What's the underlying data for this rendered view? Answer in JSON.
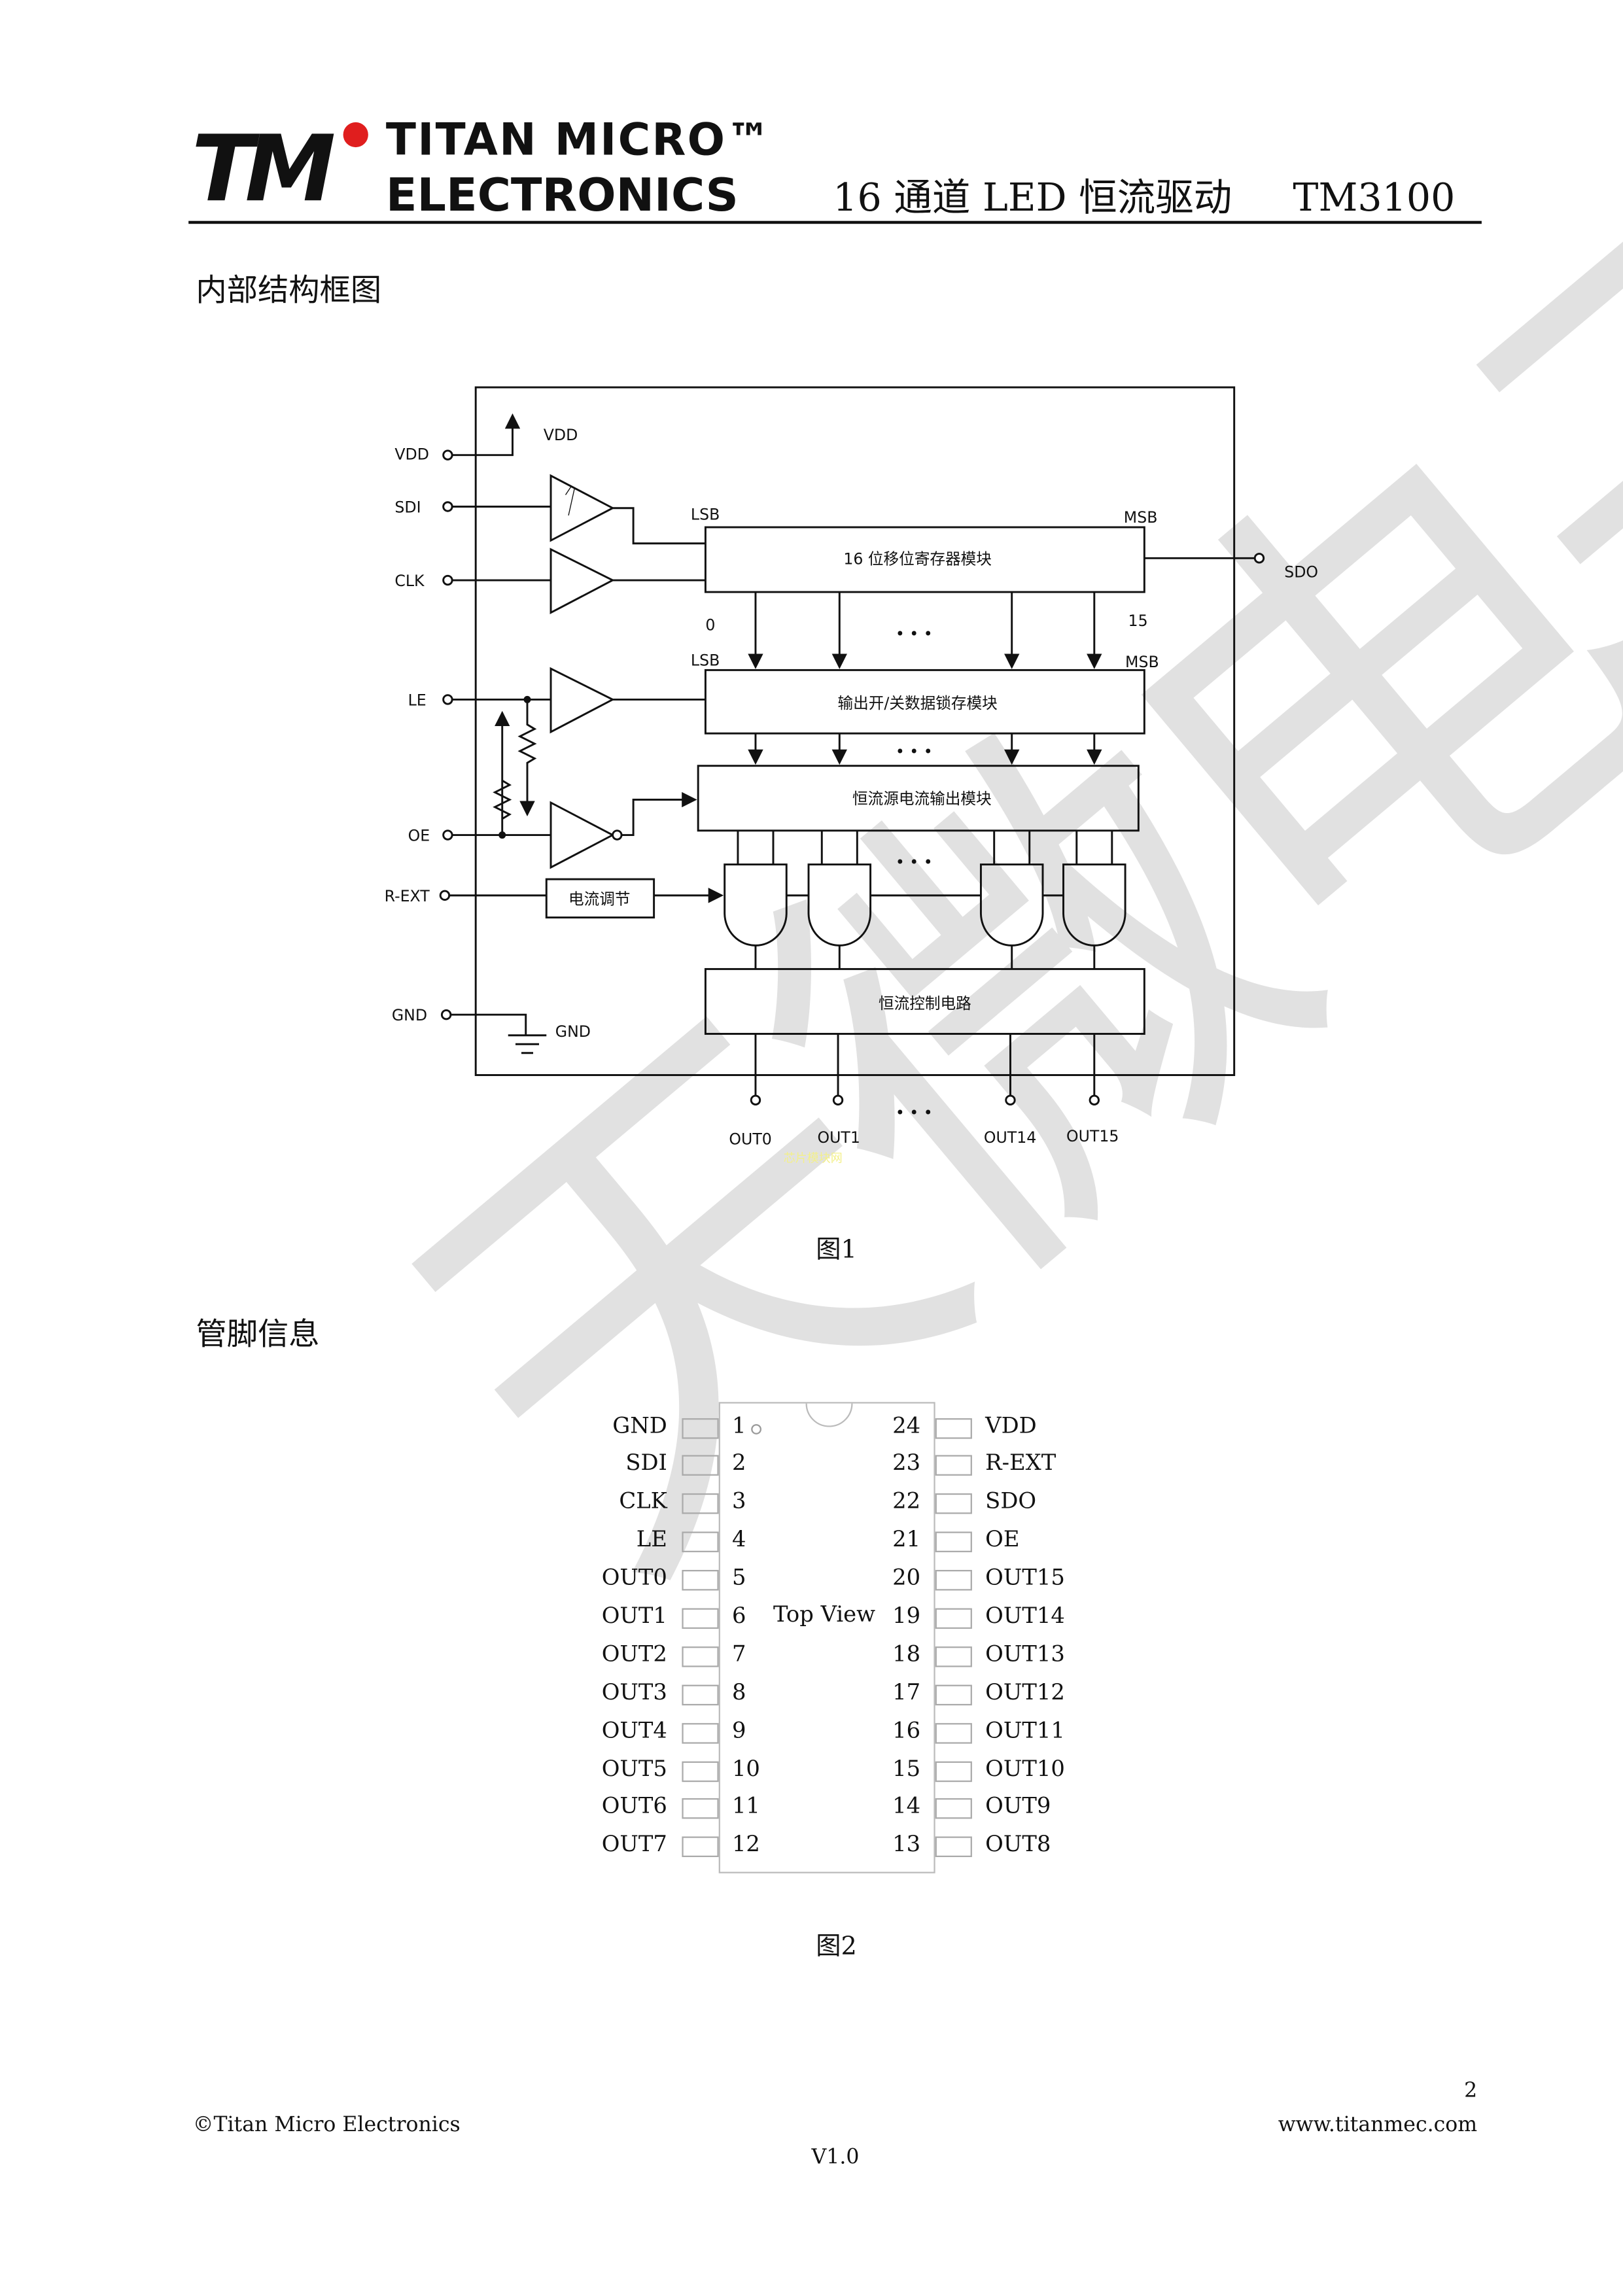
{
  "header": {
    "logo_text": "TM",
    "brand_line1": "TITAN MICRO™",
    "brand_line2": "ELECTRONICS",
    "title": "16 通道 LED 恒流驱动",
    "model": "TM3100"
  },
  "section1": {
    "title": "内部结构框图",
    "diagram": {
      "pins": {
        "vdd": "VDD",
        "sdi": "SDI",
        "clk": "CLK",
        "le": "LE",
        "oe": "OE",
        "rext": "R-EXT",
        "gnd": "GND",
        "sdo": "SDO"
      },
      "vdd_internal": "VDD",
      "gnd_internal": "GND",
      "lsb": "LSB",
      "msb": "MSB",
      "bit0": "0",
      "bit15": "15",
      "dots": "• • •",
      "shift_register": "16 位移位寄存器模块",
      "latch": "输出开/关数据锁存模块",
      "current_source": "恒流源电流输出模块",
      "current_adjust": "电流调节",
      "control": "恒流控制电路",
      "outputs": [
        "OUT0",
        "OUT1",
        "OUT14",
        "OUT15"
      ],
      "caption": "图1"
    }
  },
  "section2": {
    "title": "管脚信息",
    "top_view": "Top View",
    "left_pins": [
      {
        "num": "1",
        "name": "GND"
      },
      {
        "num": "2",
        "name": "SDI"
      },
      {
        "num": "3",
        "name": "CLK"
      },
      {
        "num": "4",
        "name": "LE"
      },
      {
        "num": "5",
        "name": "OUT0"
      },
      {
        "num": "6",
        "name": "OUT1"
      },
      {
        "num": "7",
        "name": "OUT2"
      },
      {
        "num": "8",
        "name": "OUT3"
      },
      {
        "num": "9",
        "name": "OUT4"
      },
      {
        "num": "10",
        "name": "OUT5"
      },
      {
        "num": "11",
        "name": "OUT6"
      },
      {
        "num": "12",
        "name": "OUT7"
      }
    ],
    "right_pins": [
      {
        "num": "24",
        "name": "VDD"
      },
      {
        "num": "23",
        "name": "R-EXT"
      },
      {
        "num": "22",
        "name": "SDO"
      },
      {
        "num": "21",
        "name": "OE"
      },
      {
        "num": "20",
        "name": "OUT15"
      },
      {
        "num": "19",
        "name": "OUT14"
      },
      {
        "num": "18",
        "name": "OUT13"
      },
      {
        "num": "17",
        "name": "OUT12"
      },
      {
        "num": "16",
        "name": "OUT11"
      },
      {
        "num": "15",
        "name": "OUT10"
      },
      {
        "num": "14",
        "name": "OUT9"
      },
      {
        "num": "13",
        "name": "OUT8"
      }
    ],
    "caption": "图2"
  },
  "watermark": "天微电子",
  "watermark_small": "芯片模块网",
  "footer": {
    "page_number": "2",
    "copyright": "©Titan Micro Electronics",
    "website": "www.titanmec.com",
    "version": "V1.0"
  }
}
